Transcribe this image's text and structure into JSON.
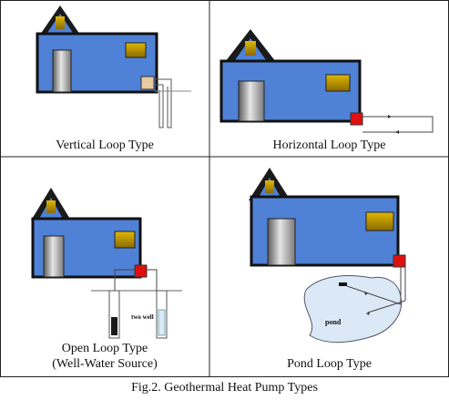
{
  "figure": {
    "caption": "Fig.2. Geothermal Heat Pump Types",
    "panels": [
      {
        "id": "vertical",
        "caption": "Vertical Loop Type"
      },
      {
        "id": "horizontal",
        "caption": "Horizontal Loop Type"
      },
      {
        "id": "open",
        "caption_line1": "Open Loop Type",
        "caption_line2": "(Well-Water Source)",
        "well_label": "two well"
      },
      {
        "id": "pond",
        "caption": "Pond Loop Type",
        "pond_label": "pond"
      }
    ]
  },
  "colors": {
    "house_wall": "#4f81d6",
    "roof": "#1a1a1a",
    "window": "#c9a000",
    "door": "#a6a6a6",
    "pump_vertical": "#e8c9a0",
    "pump_red": "#e01010",
    "pond": "#dbe9f7"
  }
}
